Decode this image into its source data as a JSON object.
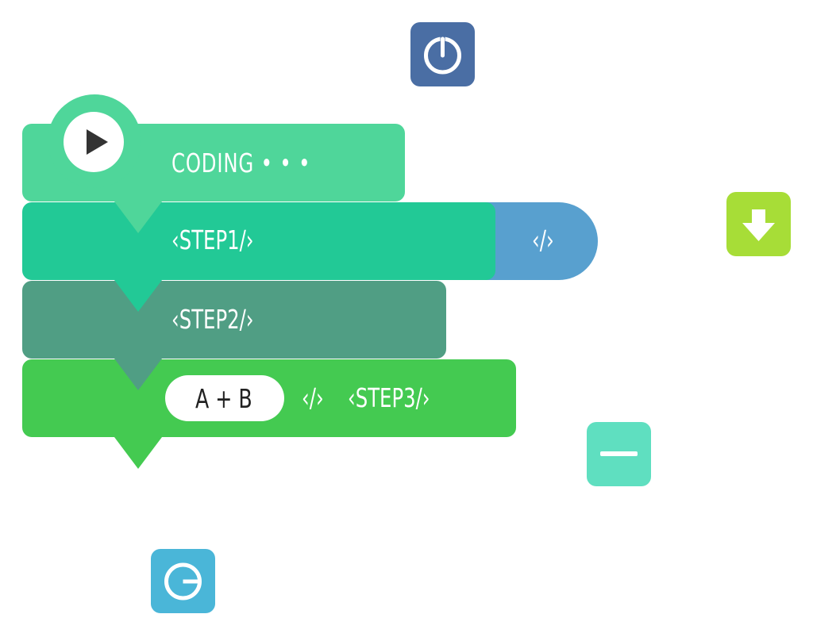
{
  "blocks": {
    "coding": {
      "label": "CODING • • •",
      "color": "#4fd69a"
    },
    "step1": {
      "label": "‹STEP1/›",
      "color": "#22c996",
      "tail_label": "‹/›",
      "tail_color": "#58a0cf"
    },
    "step2": {
      "label": "‹STEP2/›",
      "color": "#509e84"
    },
    "step3": {
      "pill_label": "A + B",
      "code_label": "‹/›",
      "step_label": "‹STEP3/›",
      "color": "#44ca51"
    }
  },
  "icons": {
    "power": {
      "name": "power-icon",
      "color": "#4a6ea4"
    },
    "download": {
      "name": "download-icon",
      "color": "#a7dd37"
    },
    "minus": {
      "name": "minus-icon",
      "color": "#5fdfc0"
    },
    "timer": {
      "name": "timer-icon",
      "color": "#4ab6d8"
    },
    "play": {
      "name": "play-icon",
      "color": "#333333"
    }
  }
}
